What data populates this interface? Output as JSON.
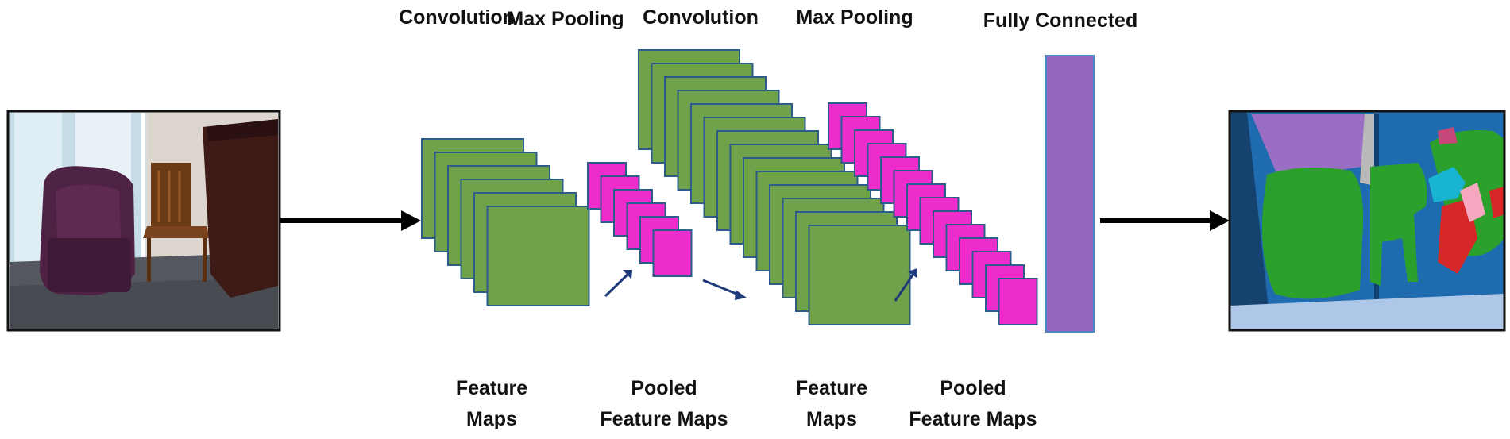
{
  "stages": {
    "conv1": "Convolution",
    "pool1": "Max Pooling",
    "conv2": "Convolution",
    "pool2": "Max Pooling",
    "fc": "Fully Connected"
  },
  "bottom": {
    "fm1": [
      "Feature",
      "Maps"
    ],
    "pfm1": [
      "Pooled",
      "Feature Maps"
    ],
    "fm2": [
      "Feature",
      "Maps"
    ],
    "pfm2": [
      "Pooled",
      "Feature Maps"
    ]
  },
  "colors": {
    "feature_map": "#70a24b",
    "feature_map_border": "#2e5c8a",
    "pooled_map": "#ee2cce",
    "pooled_border": "#2e5c8a",
    "fc_layer": "#9467bd",
    "fc_border": "#4a86c8",
    "arrow": "#000000",
    "small_arrow": "#1f3a7a"
  },
  "layers": {
    "conv1_maps": 6,
    "pool1_maps": 6,
    "conv2_maps": 14,
    "pool2_maps": 14
  },
  "images": {
    "input": "photo-of-room-with-purple-armchair-wooden-chair-and-table",
    "output": "semantic-segmentation-map"
  }
}
